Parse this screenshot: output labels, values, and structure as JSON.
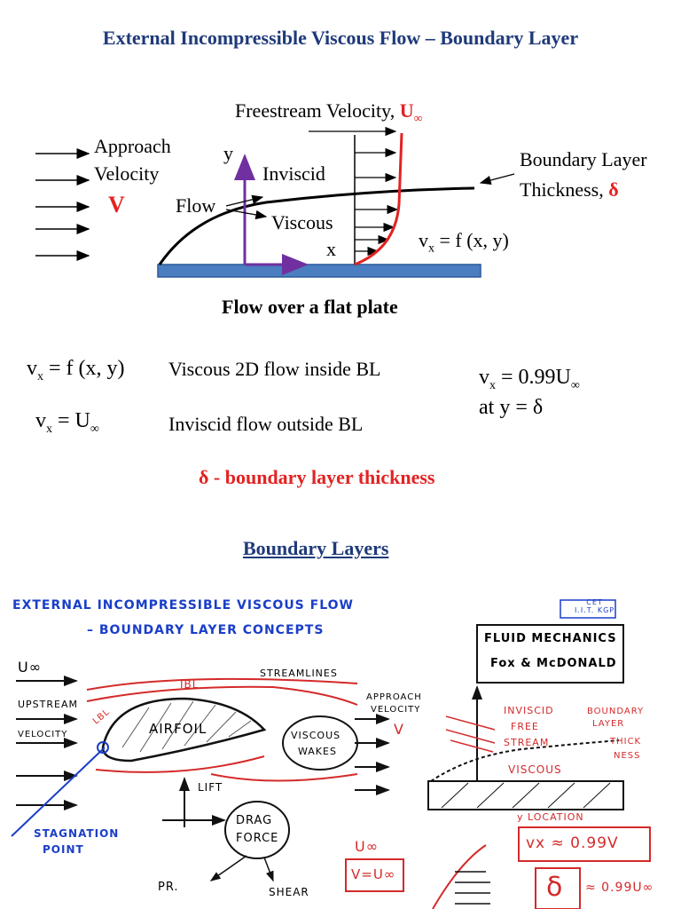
{
  "title": "External Incompressible Viscous Flow – Boundary Layer",
  "top_diagram": {
    "freestream_label": "Freestream Velocity,",
    "freestream_symbol": "U",
    "infinity": "∞",
    "approach_label_1": "Approach",
    "approach_label_2": "Velocity",
    "approach_symbol": "V",
    "y_axis": "y",
    "x_axis": "x",
    "inviscid": "Inviscid",
    "flow": "Flow",
    "viscous": "Viscous",
    "bl_label_1": "Boundary Layer",
    "bl_label_2": "Thickness,",
    "delta": "δ",
    "vx_prefix": "v",
    "vx_sub": "x",
    "vx_eq": " = f (x, y)",
    "caption": "Flow over a flat plate"
  },
  "equations": {
    "eq1_v": "v",
    "eq1_sub": "x",
    "eq1_rhs": " = f (x, y)",
    "eq1_desc": "Viscous 2D flow inside BL",
    "eq2_v": "v",
    "eq2_sub": "x",
    "eq2_rhs": " =  U",
    "eq2_inf": "∞",
    "eq2_desc": "Inviscid flow outside BL",
    "eq3_v": "v",
    "eq3_sub": "x",
    "eq3_rhs": " = 0.99U",
    "eq3_inf": "∞",
    "eq3_line2": "at y = δ",
    "delta_note": "δ - boundary layer thickness"
  },
  "section_title": "Boundary Layers",
  "sketch": {
    "title_1": "EXTERNAL INCOMPRESSIBLE VISCOUS FLOW",
    "title_2": "– BOUNDARY LAYER CONCEPTS",
    "badge_1": "CET",
    "badge_2": "I.I.T. KGP",
    "book_1": "FLUID MECHANICS",
    "book_2": "Fox & McDONALD",
    "u_inf": "U∞",
    "upstream": "UPSTREAM",
    "velocity": "VELOCITY",
    "streamlines": "STREAMLINES",
    "ibl": "IBL",
    "lbl": "LBL",
    "airfoil": "AIRFOIL",
    "viscous_wakes_1": "VISCOUS",
    "viscous_wakes_2": "WAKES",
    "lift": "LIFT",
    "drag_1": "DRAG",
    "drag_2": "FORCE",
    "stagnation_1": "STAGNATION",
    "stagnation_2": "POINT",
    "pr": "PR.",
    "shear": "SHEAR",
    "approach_1": "APPROACH",
    "approach_2": "VELOCITY",
    "v": "V",
    "inviscid": "INVISCID",
    "free": "FREE",
    "stream": "STREAM",
    "bl_1": "BOUNDARY",
    "bl_2": "LAYER",
    "thick_1": "THICK",
    "thick_2": "NESS",
    "viscous": "VISCOUS",
    "location": "y LOCATION",
    "vx_eq": "vx ≈ 0.99V",
    "v_eq_u": "V=U∞",
    "u_inf_2": "U∞",
    "delta_eq": "≈ 0.99U∞",
    "delta": "δ"
  },
  "colors": {
    "title_blue": "#1f3a7a",
    "red": "#e32222",
    "purple": "#7030a0",
    "plate_blue": "#4a7ec0",
    "sketch_red": "#d42a2a",
    "sketch_blue": "#1a3ec8"
  }
}
